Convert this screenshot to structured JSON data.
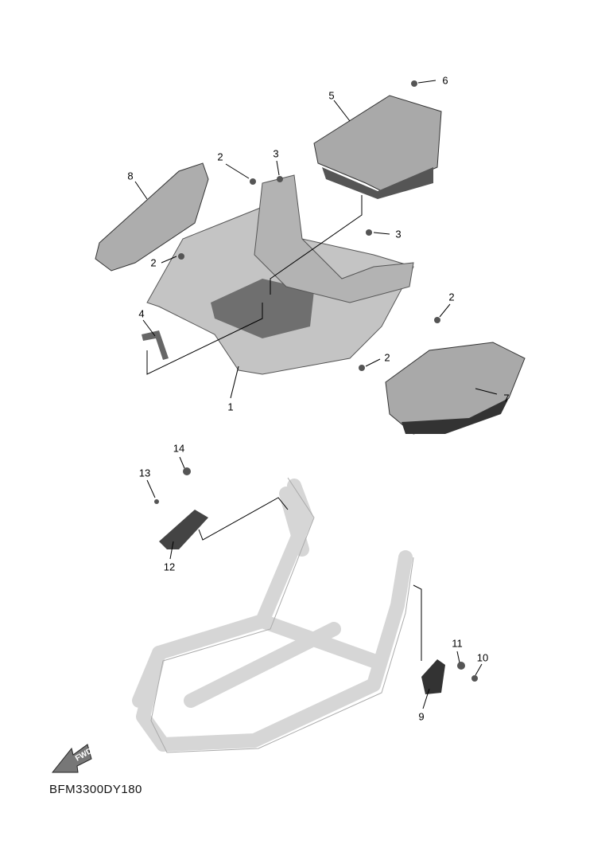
{
  "diagram_code": "BFM3300DY180",
  "fwd_logo_text": "FWD",
  "callouts": [
    {
      "num": "1"
    },
    {
      "num": "2"
    },
    {
      "num": "2"
    },
    {
      "num": "2"
    },
    {
      "num": "2"
    },
    {
      "num": "3"
    },
    {
      "num": "3"
    },
    {
      "num": "4"
    },
    {
      "num": "5"
    },
    {
      "num": "6"
    },
    {
      "num": "7"
    },
    {
      "num": "8"
    },
    {
      "num": "9"
    },
    {
      "num": "10"
    },
    {
      "num": "11"
    },
    {
      "num": "12"
    },
    {
      "num": "13"
    },
    {
      "num": "14"
    }
  ],
  "colors": {
    "part_fill": "#b8b8b8",
    "part_dark": "#6e6e6e",
    "frame_fill": "#e6e6e6",
    "frame_stroke": "#c8c8c8",
    "line": "#000000"
  }
}
